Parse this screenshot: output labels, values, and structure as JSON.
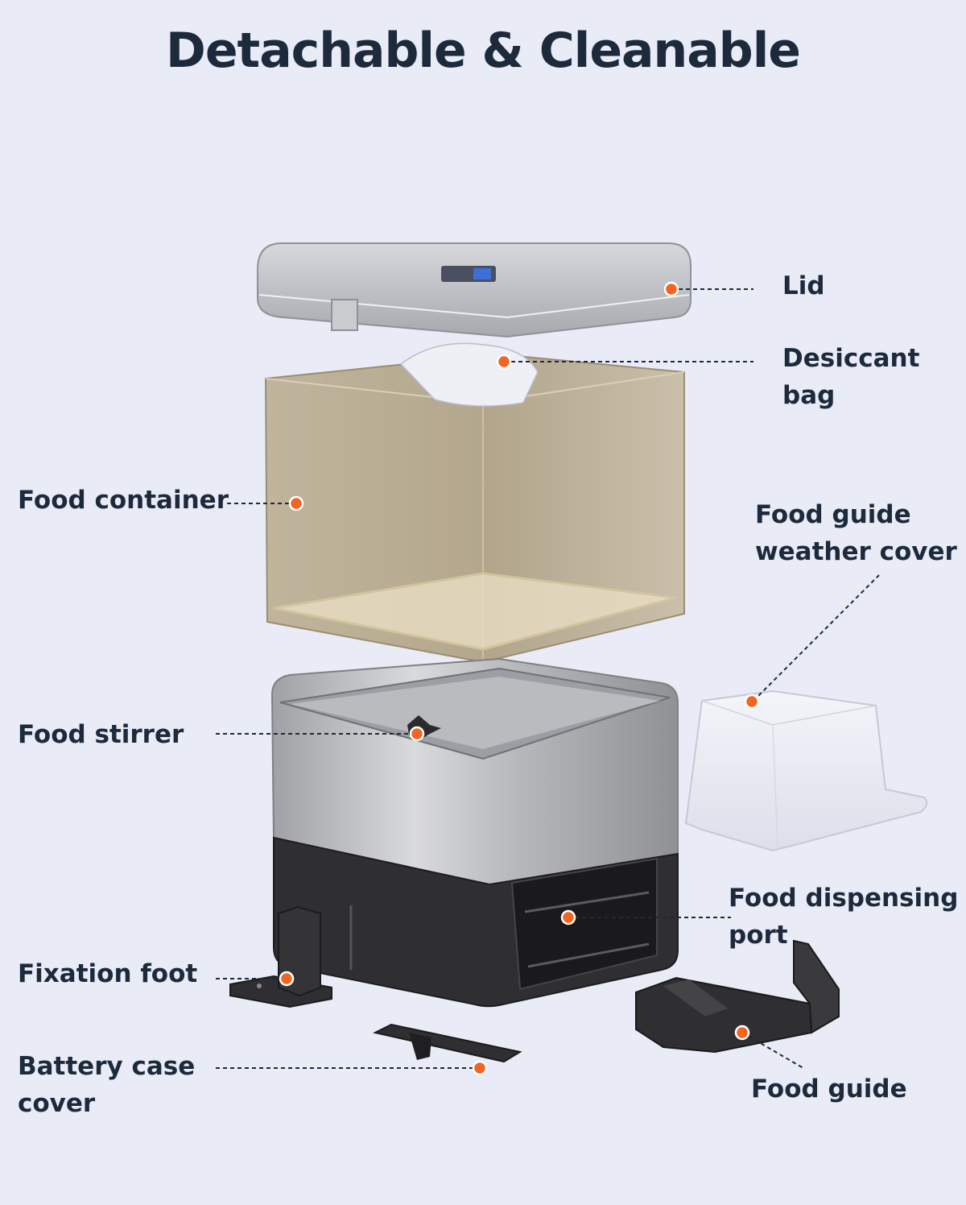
{
  "title": "Detachable & Cleanable",
  "labels": {
    "lid": [
      "Lid"
    ],
    "desiccant_bag": [
      "Desiccant",
      "bag"
    ],
    "food_container": [
      "Food container"
    ],
    "weather_cover": [
      "Food guide",
      "weather cover"
    ],
    "food_stirrer": [
      "Food stirrer"
    ],
    "dispensing_port": [
      "Food dispensing",
      "port"
    ],
    "fixation_foot": [
      "Fixation foot"
    ],
    "battery_cover": [
      "Battery case",
      "cover"
    ],
    "food_guide": [
      "Food guide"
    ]
  },
  "colors": {
    "background": "#e9ebf7",
    "text": "#1c2a3c",
    "marker": "#f26522",
    "lid": "#b9bcc1",
    "container": "#b8a98a",
    "steel": "#aeb0b3",
    "base": "#2f2f31",
    "cover": "#f2f3f8"
  }
}
